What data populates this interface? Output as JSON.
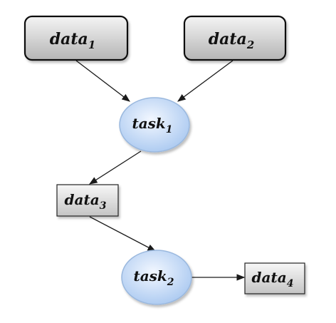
{
  "nodes": {
    "data1": {
      "name": "data",
      "sub": "1"
    },
    "data2": {
      "name": "data",
      "sub": "2"
    },
    "task1": {
      "name": "task",
      "sub": "1"
    },
    "data3": {
      "name": "data",
      "sub": "3"
    },
    "task2": {
      "name": "task",
      "sub": "2"
    },
    "data4": {
      "name": "data",
      "sub": "4"
    }
  },
  "edges": [
    {
      "from": "data1",
      "to": "task1"
    },
    {
      "from": "data2",
      "to": "task1"
    },
    {
      "from": "task1",
      "to": "data3"
    },
    {
      "from": "data3",
      "to": "task2"
    },
    {
      "from": "task2",
      "to": "data4"
    }
  ],
  "colors": {
    "data_fill_top": "#f4f4f4",
    "data_fill_bottom": "#b5b5b5",
    "task_fill_center": "#eef5ff",
    "task_fill_edge": "#a9c8f0",
    "task_stroke": "#9ab8de"
  }
}
